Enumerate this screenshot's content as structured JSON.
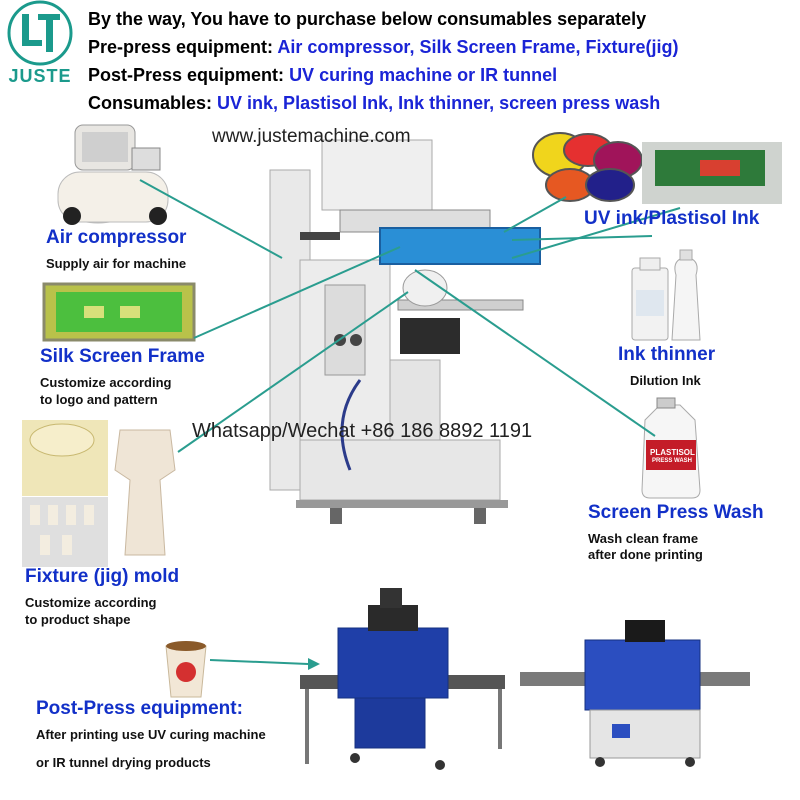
{
  "logo": {
    "text": "JUSTE",
    "color": "#1b9a8c"
  },
  "header": {
    "line1": "By the way, You have to purchase below consumables separately",
    "line2_label": "Pre-press equipment:",
    "line2_value": "Air compressor, Silk Screen Frame, Fixture(jig)",
    "line3_label": "Post-Press equipment:",
    "line3_value": "UV curing machine or IR tunnel",
    "line4_label": "Consumables:",
    "line4_value": "UV ink, Plastisol Ink, Ink thinner, screen press wash"
  },
  "website": "www.justemachine.com",
  "contact": "Whatsapp/Wechat +86 186 8892 1191",
  "items": {
    "air_compressor": {
      "title": "Air compressor",
      "desc": "Supply air for machine"
    },
    "silk_screen": {
      "title": "Silk Screen Frame",
      "desc1": "Customize according",
      "desc2": "to logo and pattern"
    },
    "fixture": {
      "title": "Fixture (jig) mold",
      "desc1": "Customize according",
      "desc2": "to product shape"
    },
    "uv_ink": {
      "title": "UV ink/Plastisol Ink"
    },
    "ink_thinner": {
      "title": "Ink thinner",
      "desc": "Dilution Ink"
    },
    "press_wash": {
      "title": "Screen Press Wash",
      "desc1": "Wash clean frame",
      "desc2": "after done printing",
      "bottle_label": "PLASTISOL",
      "bottle_sub": "PRESS WASH"
    },
    "post_press": {
      "title": "Post-Press equipment:",
      "desc1": "After printing use UV curing machine",
      "desc2": "or IR tunnel drying products"
    }
  },
  "colors": {
    "label_blue": "#1230c8",
    "line_teal": "#2a9d8f",
    "machine_panel": "#e6e6e6",
    "tunnel_blue": "#1f3fa8"
  }
}
